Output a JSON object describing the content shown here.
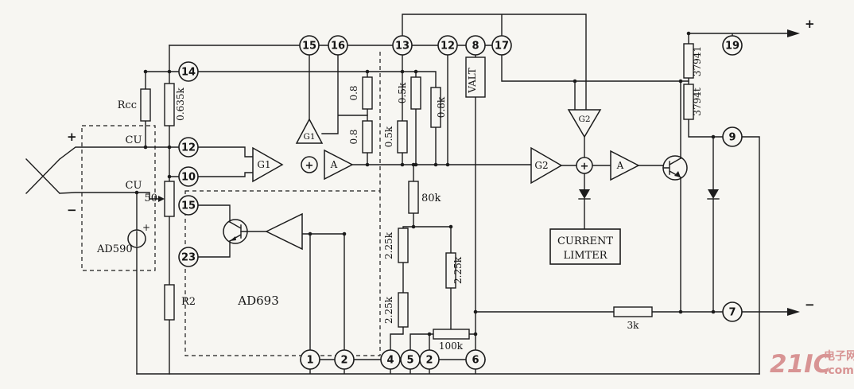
{
  "diagram": {
    "type": "circuit-schematic",
    "chips": {
      "sensor": "AD590",
      "transmitter": "AD693"
    },
    "terminals": {
      "loop_plus": "+",
      "loop_minus": "−",
      "input_plus": "+",
      "input_minus": "−",
      "source_plus": "+"
    },
    "wire_labels": {
      "cu_top": "CU",
      "cu_bottom": "CU"
    },
    "blocks": {
      "g1_main": "G1",
      "g1_aux": "G1",
      "buffer_left": "A",
      "sum_left": "+",
      "g2_main": "G2",
      "g2_aux": "G2",
      "buffer_right": "A",
      "sum_right": "+",
      "vref": "VALT",
      "current_limiter_line1": "CURRENT",
      "current_limiter_line2": "LIMTER"
    },
    "resistors": {
      "rcc": "Rcc",
      "r0635k": "0.635k",
      "pot50": "50",
      "r2": "R2",
      "r08_a": "0.8",
      "r08_b": "0.8",
      "r05k_a": "0.5k",
      "r05k_b": "0.5k",
      "r08k": "0.8k",
      "r80k": "80k",
      "r225_a": "2.25k",
      "r225_b": "2.25k",
      "r225_c": "2.25k",
      "r100k": "100k",
      "r3k": "3k",
      "r3794_a": "37941",
      "r3794_b": "3794t"
    },
    "pins": [
      {
        "id": "14",
        "label": "14"
      },
      {
        "id": "12-left",
        "label": "12"
      },
      {
        "id": "10",
        "label": "10"
      },
      {
        "id": "15-left",
        "label": "15"
      },
      {
        "id": "23",
        "label": "23"
      },
      {
        "id": "15-top",
        "label": "15"
      },
      {
        "id": "16",
        "label": "16"
      },
      {
        "id": "13",
        "label": "13"
      },
      {
        "id": "12-top",
        "label": "12"
      },
      {
        "id": "8",
        "label": "8"
      },
      {
        "id": "17",
        "label": "17"
      },
      {
        "id": "19",
        "label": "19"
      },
      {
        "id": "9",
        "label": "9"
      },
      {
        "id": "7",
        "label": "7"
      },
      {
        "id": "1",
        "label": "1"
      },
      {
        "id": "2-a",
        "label": "2"
      },
      {
        "id": "4",
        "label": "4"
      },
      {
        "id": "5",
        "label": "5"
      },
      {
        "id": "2-b",
        "label": "2"
      },
      {
        "id": "6",
        "label": "6"
      }
    ],
    "watermark": {
      "brand": "21IC",
      "site": "电子网",
      "domain": ".com"
    }
  }
}
